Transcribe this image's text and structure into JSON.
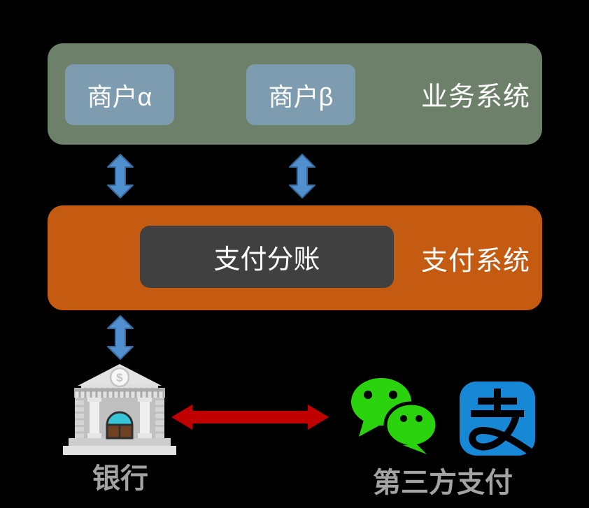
{
  "business_layer": {
    "label": "业务系统",
    "bg_color": "#6D8069",
    "merchant_bg_color": "#7E9CAF",
    "merchants": [
      {
        "label": "商户α"
      },
      {
        "label": "商户β"
      }
    ]
  },
  "payment_layer": {
    "label": "支付系统",
    "bg_color": "#C55A11",
    "module": {
      "label": "支付分账",
      "bg_color": "#404040"
    }
  },
  "settlement_layer": {
    "bank": {
      "label": "银行",
      "icon": "bank-building-icon",
      "dollar_sign": "$"
    },
    "third_party": {
      "label": "第三方支付",
      "icons": [
        "wechat-icon",
        "alipay-icon"
      ]
    }
  },
  "connectors": {
    "vertical_arrows": {
      "count": 3,
      "style": "double-headed-vertical",
      "fill": "#5190CE",
      "border": "#3A6B9E"
    },
    "horizontal_arrow": {
      "style": "double-headed-horizontal",
      "fill": "#C00000"
    }
  },
  "colors": {
    "background": "#000000",
    "wechat_green": "#2BD30E",
    "alipay_blue": "#1788D5",
    "label_gray": "#A3A3A3",
    "text_white": "#FFFFFF"
  }
}
